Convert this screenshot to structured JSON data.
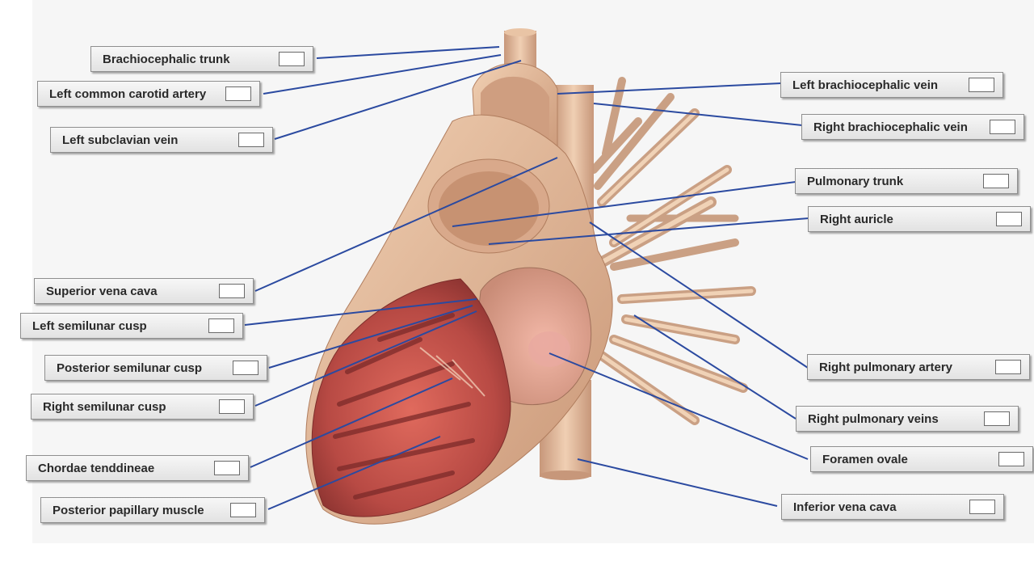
{
  "colors": {
    "leader_line": "#2b4aa0",
    "tissue_light": "#ecc7a6",
    "tissue_dark": "#b98665",
    "myocardium": "#c85a52"
  },
  "labels": {
    "brachiocephalic_trunk": "Brachiocephalic trunk",
    "left_common_carotid_artery": "Left common carotid artery",
    "left_subclavian_vein": "Left subclavian vein",
    "superior_vena_cava": "Superior vena cava",
    "left_semilunar_cusp": "Left semilunar cusp",
    "posterior_semilunar_cusp": "Posterior semilunar cusp",
    "right_semilunar_cusp": "Right semilunar cusp",
    "chordae_tenddineae": "Chordae tenddineae",
    "posterior_papillary_muscle": "Posterior papillary muscle",
    "left_brachiocephalic_vein": "Left brachiocephalic vein",
    "right_brachiocephalic_vein": "Right brachiocephalic vein",
    "pulmonary_trunk": "Pulmonary trunk",
    "right_auricle": "Right auricle",
    "right_pulmonary_artery": "Right pulmonary artery",
    "right_pulmonary_veins": "Right pulmonary veins",
    "foramen_ovale": "Foramen ovale",
    "inferior_vena_cava": "Inferior vena cava"
  }
}
